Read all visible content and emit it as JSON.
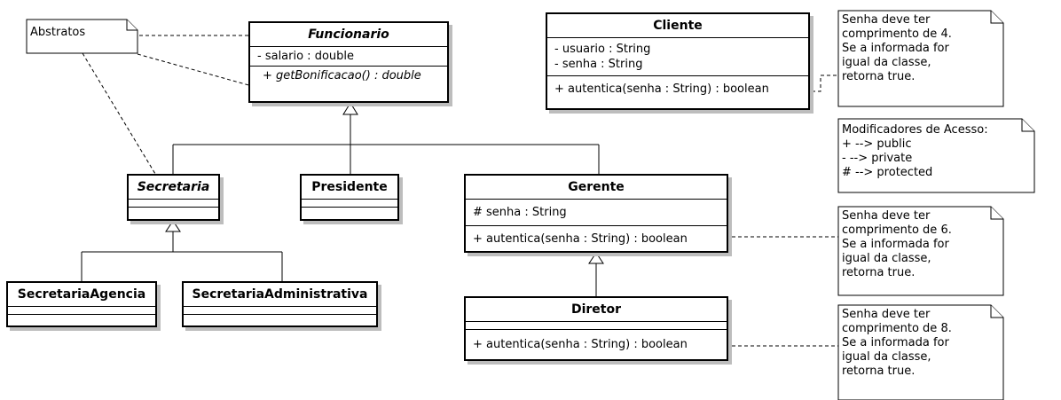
{
  "classes": {
    "funcionario": {
      "name": "Funcionario",
      "attributes": [
        "- salario : double"
      ],
      "methods": [
        "+ getBonificacao() : double"
      ]
    },
    "cliente": {
      "name": "Cliente",
      "attributes": [
        "- usuario : String",
        "- senha : String"
      ],
      "methods": [
        "+ autentica(senha : String) : boolean"
      ]
    },
    "secretaria": {
      "name": "Secretaria"
    },
    "presidente": {
      "name": "Presidente"
    },
    "gerente": {
      "name": "Gerente",
      "attributes": [
        "# senha : String"
      ],
      "methods": [
        "+ autentica(senha : String) : boolean"
      ]
    },
    "secretaria_agencia": {
      "name": "SecretariaAgencia"
    },
    "secretaria_administrativa": {
      "name": "SecretariaAdministrativa"
    },
    "diretor": {
      "name": "Diretor",
      "methods": [
        "+ autentica(senha : String) : boolean"
      ]
    }
  },
  "notes": {
    "abstratos": {
      "lines": [
        "Abstratos"
      ]
    },
    "cliente_note": {
      "lines": [
        "Senha deve ter",
        "comprimento de 4.",
        "Se a informada for",
        "igual da classe,",
        "retorna true."
      ]
    },
    "modificadores": {
      "lines": [
        "Modificadores de Acesso:",
        "+ --> public",
        "- --> private",
        "# --> protected"
      ]
    },
    "gerente_note": {
      "lines": [
        "Senha deve ter",
        "comprimento de 6.",
        "Se a informada for",
        "igual da classe,",
        "retorna true."
      ]
    },
    "diretor_note": {
      "lines": [
        "Senha deve ter",
        "comprimento de 8.",
        "Se a informada for",
        "igual da classe,",
        "retorna true."
      ]
    }
  }
}
